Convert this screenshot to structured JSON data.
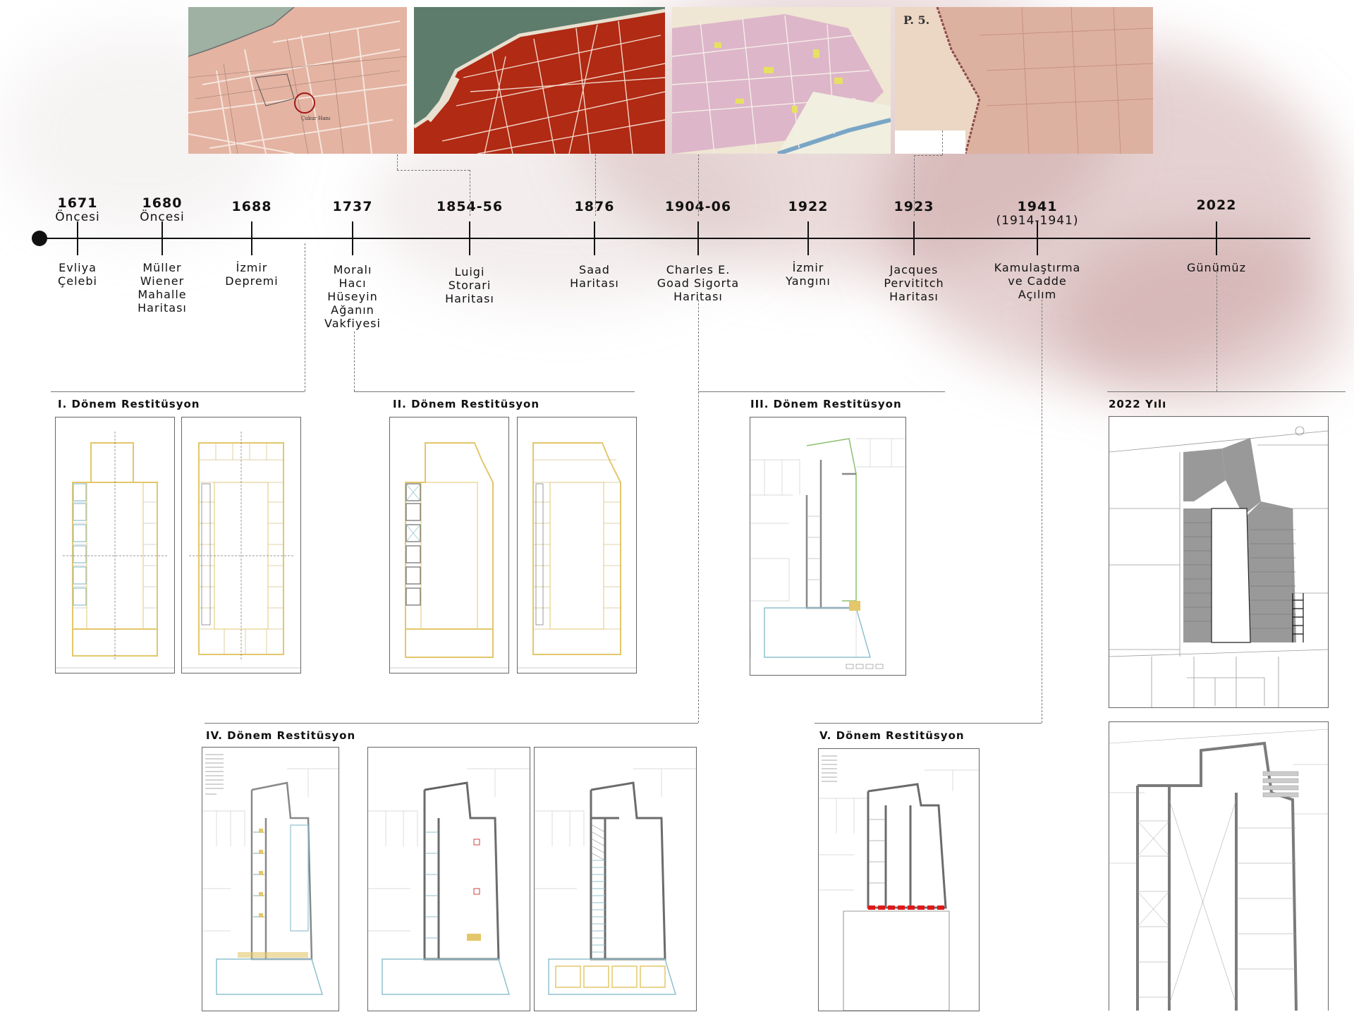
{
  "timeline": [
    {
      "year": "1671",
      "sub": "Öncesi",
      "event": [
        "Evliya",
        "Çelebi"
      ]
    },
    {
      "year": "1680",
      "sub": "Öncesi",
      "event": [
        "Müller",
        "Wiener",
        "Mahalle",
        "Haritası"
      ]
    },
    {
      "year": "1688",
      "sub": "",
      "event": [
        "İzmir",
        "Depremi"
      ]
    },
    {
      "year": "1737",
      "sub": "",
      "event": [
        "Moralı",
        "Hacı",
        "Hüseyin",
        "Ağanın",
        "Vakfiyesi"
      ]
    },
    {
      "year": "1854-56",
      "sub": "",
      "event": [
        "Luigi",
        "Storari",
        "Haritası"
      ]
    },
    {
      "year": "1876",
      "sub": "",
      "event": [
        "Saad",
        "Haritası"
      ]
    },
    {
      "year": "1904-06",
      "sub": "",
      "event": [
        "Charles E.",
        "Goad Sigorta",
        "Haritası"
      ]
    },
    {
      "year": "1922",
      "sub": "",
      "event": [
        "İzmir",
        "Yangını"
      ]
    },
    {
      "year": "1923",
      "sub": "",
      "event": [
        "Jacques",
        "Pervititch",
        "Haritası"
      ]
    },
    {
      "year": "1941",
      "sub": "(1914-1941)",
      "event": [
        "Kamulaştırma",
        "ve Cadde",
        "Açılım"
      ]
    },
    {
      "year": "2022",
      "sub": "",
      "event": [
        "Günümüz"
      ]
    }
  ],
  "sections": {
    "s1": "I. Dönem Restitüsyon",
    "s2": "II. Dönem Restitüsyon",
    "s3": "III. Dönem Restitüsyon",
    "s4": "IV. Dönem Restitüsyon",
    "s5": "V. Dönem Restitüsyon",
    "s6": "2022 Yılı"
  },
  "maps": {
    "m1_label": "Çukur Hanı",
    "m4_label": "P. 5."
  },
  "colors": {
    "accent_map_red": "#b02a14",
    "plan_yellow": "#e3c76a",
    "plan_blue": "#8fc0cf",
    "plan_green": "#8cc06c",
    "demolition_red": "#e01818"
  }
}
